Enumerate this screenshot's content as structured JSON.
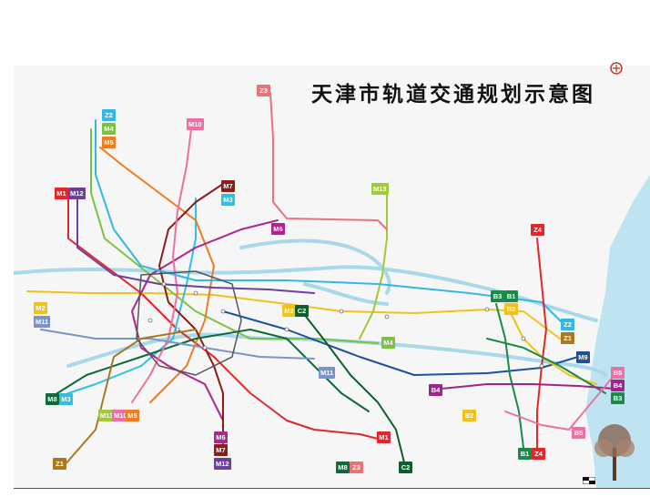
{
  "title": "天津市轨道交通规划示意图",
  "badges": [
    {
      "label": "Z3",
      "color": "#e8747a"
    },
    {
      "label": "Z2",
      "color": "#33b8e6"
    },
    {
      "label": "M4",
      "color": "#7cc242"
    },
    {
      "label": "M5",
      "color": "#f07c1f"
    },
    {
      "label": "M10",
      "color": "#ef6fa4"
    },
    {
      "label": "M1",
      "color": "#e3262a"
    },
    {
      "label": "M12",
      "color": "#6a3fa0"
    },
    {
      "label": "M7",
      "color": "#8c1d18"
    },
    {
      "label": "M3",
      "color": "#2ec1e8"
    },
    {
      "label": "M13",
      "color": "#a2c93a"
    },
    {
      "label": "Z4",
      "color": "#e3262a"
    },
    {
      "label": "M6",
      "color": "#b0258f"
    },
    {
      "label": "M2",
      "color": "#f2c21a"
    },
    {
      "label": "M11",
      "color": "#7a94c8"
    },
    {
      "label": "M2",
      "color": "#f2c21a"
    },
    {
      "label": "C2",
      "color": "#0f5c2e"
    },
    {
      "label": "B3",
      "color": "#1a8a4a"
    },
    {
      "label": "B1",
      "color": "#1a8a4a"
    },
    {
      "label": "B2",
      "color": "#f2c21a"
    },
    {
      "label": "Z2",
      "color": "#33b8e6"
    },
    {
      "label": "Z1",
      "color": "#a8791f"
    },
    {
      "label": "M4",
      "color": "#7cc242"
    },
    {
      "label": "M9",
      "color": "#1f4fa0"
    },
    {
      "label": "M11",
      "color": "#7a94c8"
    },
    {
      "label": "B5",
      "color": "#ef6fa4"
    },
    {
      "label": "B4",
      "color": "#a0248a"
    },
    {
      "label": "B3",
      "color": "#1a8a4a"
    },
    {
      "label": "M8",
      "color": "#0f6a3a"
    },
    {
      "label": "M3",
      "color": "#2ec1e8"
    },
    {
      "label": "B4",
      "color": "#a0248a"
    },
    {
      "label": "B2",
      "color": "#f2c21a"
    },
    {
      "label": "M13",
      "color": "#a2c93a"
    },
    {
      "label": "M10",
      "color": "#ef6fa4"
    },
    {
      "label": "M5",
      "color": "#f07c1f"
    },
    {
      "label": "M6",
      "color": "#b0258f"
    },
    {
      "label": "M7",
      "color": "#8c1d18"
    },
    {
      "label": "M12",
      "color": "#6a3fa0"
    },
    {
      "label": "M1",
      "color": "#e3262a"
    },
    {
      "label": "B5",
      "color": "#ef6fa4"
    },
    {
      "label": "B1",
      "color": "#1a8a4a"
    },
    {
      "label": "Z4",
      "color": "#e3262a"
    },
    {
      "label": "Z1",
      "color": "#a8791f"
    },
    {
      "label": "M8",
      "color": "#0f6a3a"
    },
    {
      "label": "Z3",
      "color": "#e8747a"
    },
    {
      "label": "C2",
      "color": "#0f5c2e"
    }
  ],
  "colors": {
    "river": "#a8d8ea",
    "sea": "#bfe3f0",
    "land": "#f6f6f6"
  }
}
